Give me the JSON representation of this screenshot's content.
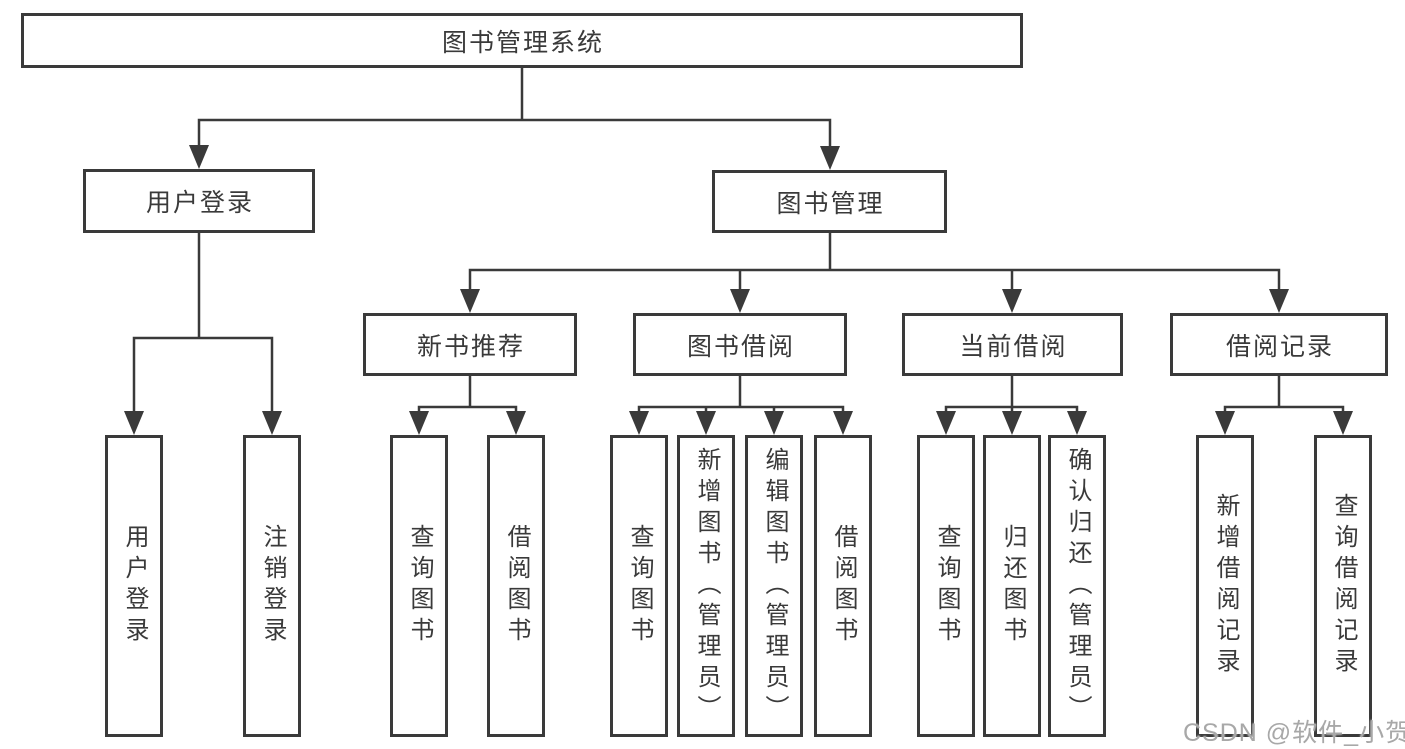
{
  "diagram": {
    "title": "图书管理系统",
    "root": {
      "label": "图书管理系统"
    },
    "level2": {
      "user": {
        "label": "用户登录"
      },
      "book": {
        "label": "图书管理"
      }
    },
    "level3": {
      "recommend": {
        "label": "新书推荐"
      },
      "borrow": {
        "label": "图书借阅"
      },
      "current": {
        "label": "当前借阅"
      },
      "records": {
        "label": "借阅记录"
      }
    },
    "leaves": {
      "user": [
        "用户登录",
        "注销登录"
      ],
      "recommend": [
        "查询图书",
        "借阅图书"
      ],
      "borrow": [
        "查询图书",
        "新增图书（管理员）",
        "编辑图书（管理员）",
        "借阅图书"
      ],
      "current": [
        "查询图书",
        "归还图书",
        "确认归还（管理员）"
      ],
      "records": [
        "新增借阅记录",
        "查询借阅记录"
      ]
    },
    "colors": {
      "line": "#3a3a3a",
      "box_border": "#3a3a3a",
      "text": "#3a3a3a",
      "background": "#ffffff",
      "watermark": "#a8a8a8"
    }
  },
  "watermark": {
    "text": "CSDN @软件_小贺同学"
  }
}
